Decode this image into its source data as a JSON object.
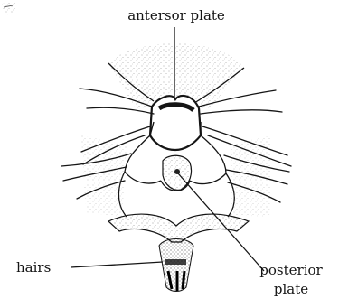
{
  "labels": {
    "anterior_plate": "antersor plate",
    "hairs": "hairs",
    "posterior_plate_line1": "posterior",
    "posterior_plate_line2": "plate"
  },
  "colors": {
    "ink": "#151515",
    "stipple": "#8a8a8a",
    "background": "#ffffff"
  }
}
